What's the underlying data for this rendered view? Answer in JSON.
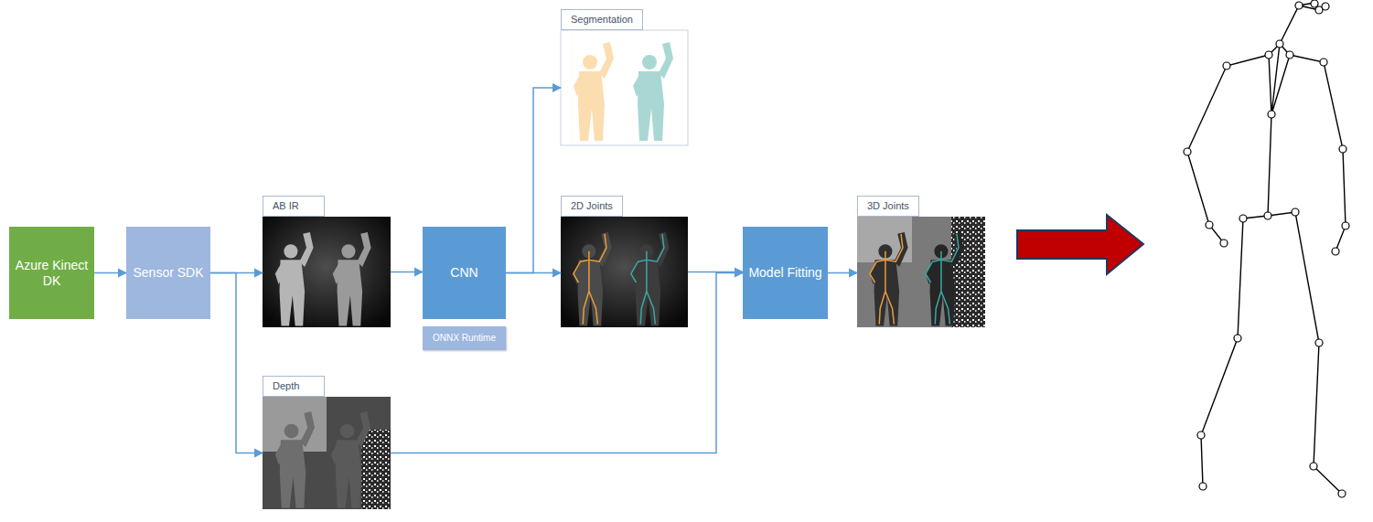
{
  "diagram": {
    "nodes": [
      {
        "text": [
          "Azure Kinect DK"
        ]
      },
      {
        "text": [
          "Sensor SDK"
        ]
      },
      {
        "text": [
          "AB IR"
        ]
      },
      {
        "text": [
          "Depth"
        ]
      },
      {
        "text": [
          "CNN"
        ]
      },
      {
        "text": [
          "ONNX Runtime"
        ]
      },
      {
        "text": [
          "Segmentation"
        ]
      },
      {
        "text": [
          "2D Joints"
        ]
      },
      {
        "text": [
          "Model Fitting"
        ]
      },
      {
        "text": [
          "3D Joints"
        ]
      }
    ],
    "edges": [
      {
        "from": 0,
        "to": 1,
        "arrow": "to"
      },
      {
        "from": 1,
        "to": 2,
        "arrow": "to"
      },
      {
        "from": 1,
        "to": 3,
        "arrow": "to"
      },
      {
        "from": 2,
        "to": 4,
        "arrow": "to"
      },
      {
        "from": 4,
        "to": 6,
        "arrow": "to"
      },
      {
        "from": 4,
        "to": 7,
        "arrow": "to"
      },
      {
        "from": 7,
        "to": 8,
        "arrow": "to"
      },
      {
        "from": 3,
        "to": 8,
        "arrow": "to"
      },
      {
        "from": 8,
        "to": 9,
        "arrow": "to"
      }
    ]
  }
}
